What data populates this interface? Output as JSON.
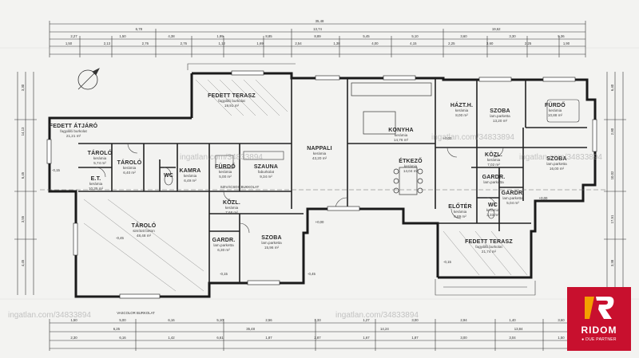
{
  "rooms": [
    {
      "name": "FEDETT ÁTJÁRÓ",
      "sub": "fagyálló burkolat",
      "area": "21,21 m²"
    },
    {
      "name": "FEDETT TERASZ",
      "sub": "fagyálló burkolat",
      "area": "19,91 m²"
    },
    {
      "name": "TÁROLÓ",
      "sub": "kerámia",
      "area": "5,74 m²"
    },
    {
      "name": "TÁROLÓ",
      "sub": "kerámia",
      "area": "6,40 m²"
    },
    {
      "name": "E.T.",
      "sub": "kerámia",
      "area": "10,35 m²"
    },
    {
      "name": "WC",
      "sub": "",
      "area": ""
    },
    {
      "name": "KAMRA",
      "sub": "kerámia",
      "area": "6,49 m²"
    },
    {
      "name": "FÜRDŐ",
      "sub": "kerámia",
      "area": "5,00 m²"
    },
    {
      "name": "SZAUNA",
      "sub": "faburkolat",
      "area": "9,34 m²"
    },
    {
      "name": "NAPPALI",
      "sub": "kerámia",
      "area": "43,20 m²"
    },
    {
      "name": "KONYHA",
      "sub": "kerámia",
      "area": "14,76 m²"
    },
    {
      "name": "ÉTKEZŐ",
      "sub": "kerámia",
      "area": "14,04 m²"
    },
    {
      "name": "HÁZT.H.",
      "sub": "kerámia",
      "area": "8,00 m²"
    },
    {
      "name": "SZOBA",
      "sub": "lam.parketta",
      "area": "13,20 m²"
    },
    {
      "name": "FÜRDŐ",
      "sub": "kerámia",
      "area": "10,88 m²"
    },
    {
      "name": "KÖZL.",
      "sub": "kerámia",
      "area": "7,02 m²"
    },
    {
      "name": "SZOBA",
      "sub": "lam.parketta",
      "area": "16,00 m²"
    },
    {
      "name": "GARDR.",
      "sub": "lam.parketta",
      "area": ""
    },
    {
      "name": "GARDR.",
      "sub": "lam.parketta",
      "area": "5,04 m²"
    },
    {
      "name": "ELŐTÉR",
      "sub": "kerámia",
      "area": "6,89 m²"
    },
    {
      "name": "WC",
      "sub": "kerámia",
      "area": "2,33 m²"
    },
    {
      "name": "TÁROLÓ",
      "sub": "simított beton",
      "area": "48,48 m²"
    },
    {
      "name": "KÖZL.",
      "sub": "kerámia",
      "area": "7,68 m²"
    },
    {
      "name": "GARDR.",
      "sub": "lam.parketta",
      "area": "6,30 m²"
    },
    {
      "name": "SZOBA",
      "sub": "lam.parketta",
      "area": "15,96 m²"
    },
    {
      "name": "FEDETT TERASZ",
      "sub": "fagyálló burkolat",
      "area": "21,74 m²"
    }
  ],
  "dimensions": {
    "overall_top": "35,48",
    "top_row1": [
      "6,78",
      "13,74",
      "19,62"
    ],
    "top_row2": [
      "2,27",
      "1,50",
      "4,38",
      "1,89",
      "8,85",
      "8,89",
      "5,45",
      "5,10",
      "3,60",
      "3,30",
      "5,36"
    ],
    "top_row3": [
      "1,50",
      "2,13",
      "2,76",
      "2,76",
      "1,12",
      "1,69",
      "2,54",
      "1,38",
      "4,00",
      "4,15",
      "2,25",
      "3,60",
      "2,25",
      "1,90"
    ],
    "bottom_row1": [
      "1,50",
      "5,00",
      "6,16",
      "5,10",
      "2,56",
      "1,33",
      "1,27",
      "3,00",
      "2,94",
      "1,40",
      "3,60"
    ],
    "bottom_row2": [
      "6,25",
      "35,48",
      "14,24",
      "13,84"
    ],
    "bottom_row3": [
      "2,30",
      "6,16",
      "1,42",
      "6,61",
      "1,87",
      "2,87",
      "1,67",
      "1,87",
      "3,00",
      "3,04",
      "1,50"
    ],
    "left_side": [
      "3,30",
      "14,13",
      "6,45",
      "3,55",
      "4,45"
    ],
    "right_side": [
      "6,40",
      "2,80",
      "10,02",
      "17,51",
      "3,38"
    ],
    "heights": [
      "+0,00",
      "-0,15",
      "-0,45",
      "+0,00",
      "-0,15",
      "-0,45",
      "+0,00",
      "-0,15"
    ]
  },
  "notes": {
    "axis_label": "SZIVÁCSOS BUKKOLAT",
    "bottom_label": "VASCOLOR BURKOLAT"
  },
  "watermark": "ingatlan.com/34833894",
  "logo": {
    "brand": "RIDOM",
    "partner": "● DUE PARTNER",
    "accent": "#c8102e"
  }
}
